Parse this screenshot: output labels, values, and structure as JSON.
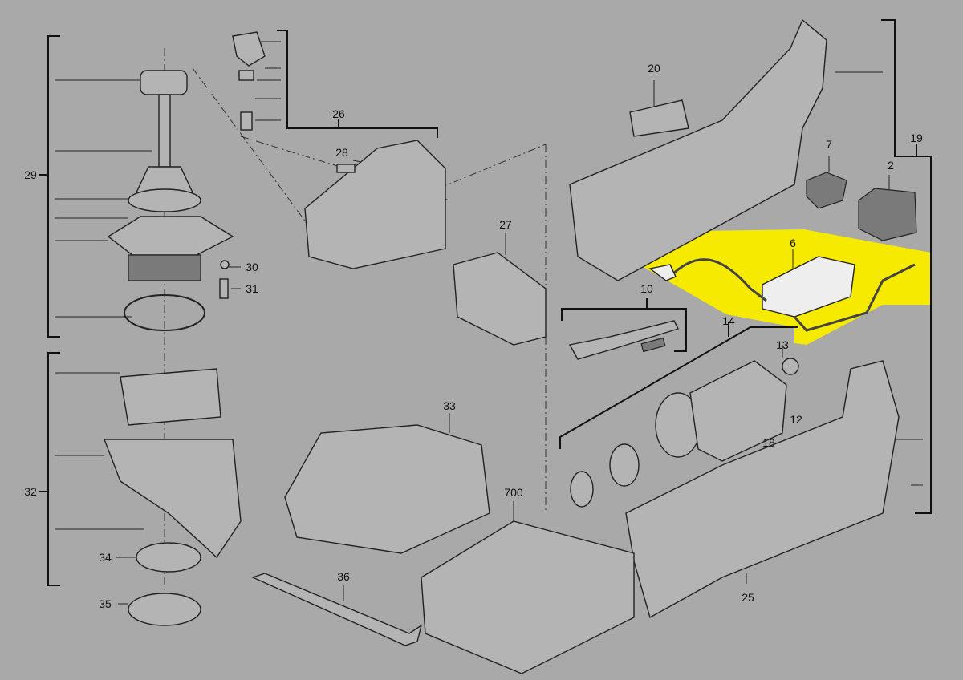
{
  "diagram": {
    "highlight_color": "#f5ea00",
    "background_color": "#a9a9a9",
    "callouts": {
      "c29": "29",
      "c26": "26",
      "c28": "28",
      "c27": "27",
      "c30": "30",
      "c31": "31",
      "c20": "20",
      "c7": "7",
      "c2": "2",
      "c19": "19",
      "c6": "6",
      "c10": "10",
      "c14": "14",
      "c13": "13",
      "c12": "12",
      "c18": "18",
      "c33": "33",
      "c700": "700",
      "c32": "32",
      "c34": "34",
      "c35": "35",
      "c36": "36",
      "c25": "25"
    }
  }
}
